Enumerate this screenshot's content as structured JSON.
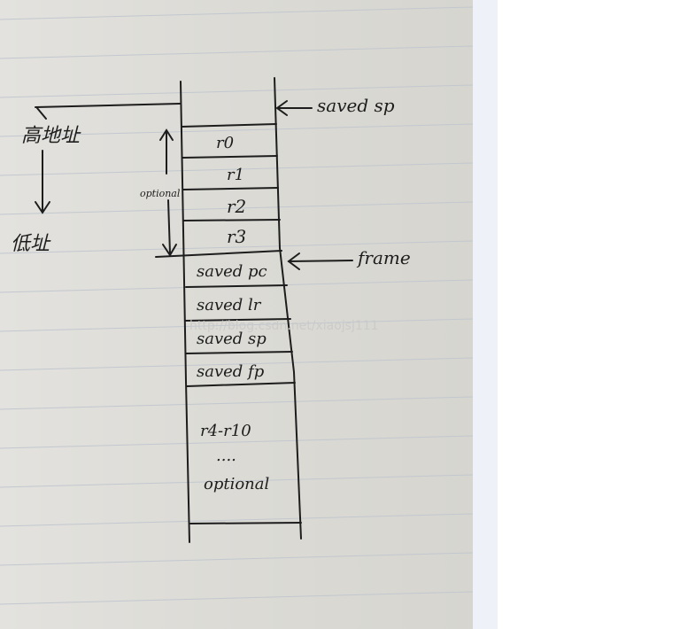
{
  "labels": {
    "saved_sp_top": "saved sp",
    "high_address": "高地址",
    "low_address": "低址",
    "optional_side": "optional",
    "frame": "frame"
  },
  "stack_cells": [
    "r0",
    "r1",
    "r2",
    "r3",
    "saved pc",
    "saved lr",
    "saved sp",
    "saved fp",
    "r4-r10"
  ],
  "bottom": {
    "dots": "....",
    "optional": "optional"
  },
  "watermark": "http://blog.csdn.net/xiaojsj111"
}
